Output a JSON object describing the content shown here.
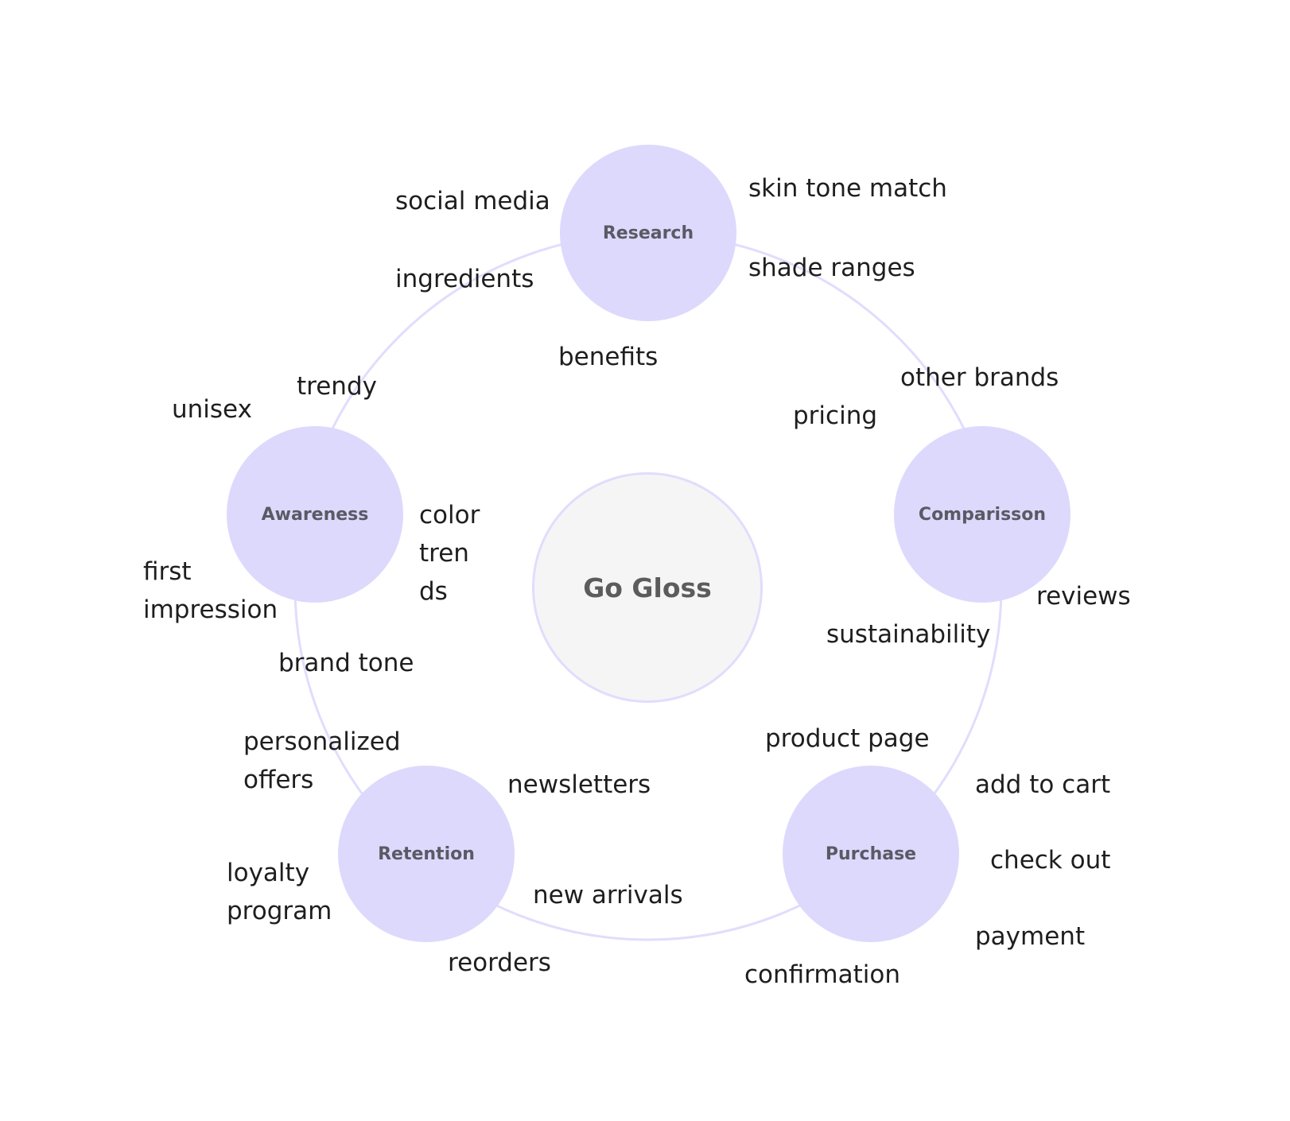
{
  "center": {
    "title": "Go Gloss"
  },
  "colors": {
    "node_fill": "#ddd9fd",
    "ring_stroke": "#e1ddfc",
    "center_fill": "#f5f5f5",
    "label_text": "#1e1e1e",
    "node_text": "#5a5a64"
  },
  "stages": [
    {
      "id": "research",
      "label": "Research",
      "keywords": [
        "social media",
        "ingredients",
        "benefits",
        "skin tone match",
        "shade ranges"
      ]
    },
    {
      "id": "comparisson",
      "label": "Comparisson",
      "keywords": [
        "other brands",
        "pricing",
        "reviews",
        "sustainability"
      ]
    },
    {
      "id": "purchase",
      "label": "Purchase",
      "keywords": [
        "product page",
        "add to cart",
        "check out",
        "payment",
        "confirmation"
      ]
    },
    {
      "id": "retention",
      "label": "Retention",
      "keywords": [
        "newsletters",
        "new arrivals",
        "reorders",
        "loyalty",
        "program",
        "personalized",
        "offers"
      ]
    },
    {
      "id": "awareness",
      "label": "Awareness",
      "keywords": [
        "unisex",
        "trendy",
        "color",
        "tren",
        "ds",
        "first",
        "impression",
        "brand tone"
      ]
    }
  ]
}
